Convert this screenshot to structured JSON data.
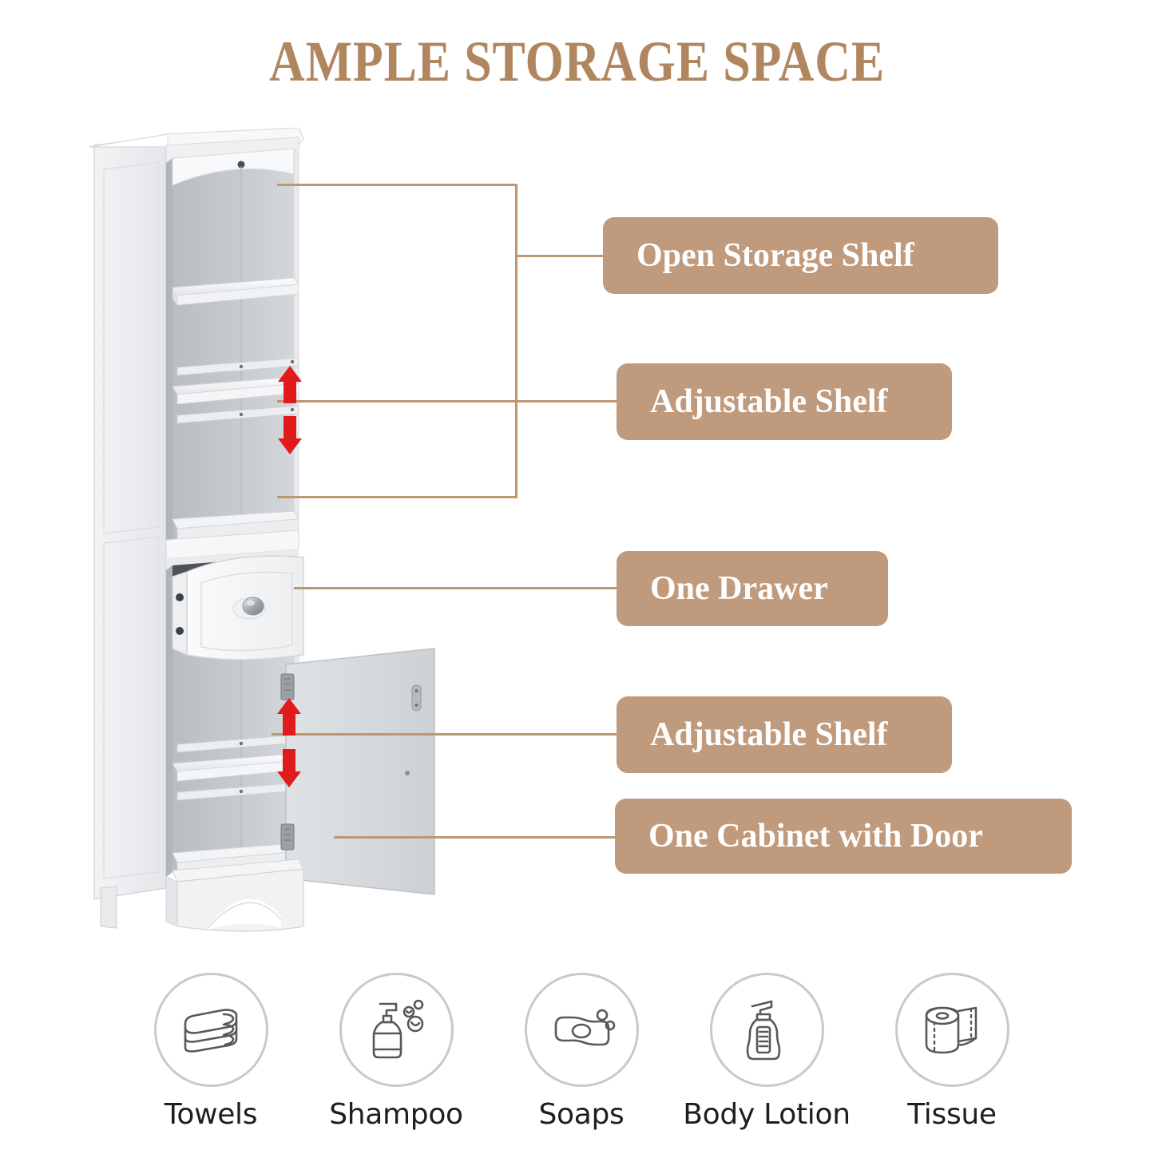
{
  "page": {
    "title": "AMPLE STORAGE SPACE",
    "background_color": "#ffffff",
    "accent_color": "#c09a7c",
    "title_color": "#b0865f",
    "connector_color": "#bd9770",
    "arrow_color": "#e11b1b"
  },
  "callouts": [
    {
      "id": "open-storage-shelf",
      "label": "Open Storage Shelf"
    },
    {
      "id": "adjustable-shelf-top",
      "label": "Adjustable Shelf"
    },
    {
      "id": "one-drawer",
      "label": "One Drawer"
    },
    {
      "id": "adjustable-shelf-bottom",
      "label": "Adjustable Shelf"
    },
    {
      "id": "one-cabinet-with-door",
      "label": "One Cabinet with Door"
    }
  ],
  "product": {
    "name": "tall-bathroom-storage-cabinet",
    "finish_color": "#f4f5f6",
    "interior_color": "#c3c7cb",
    "hardware_color": "#9aa0a6"
  },
  "features": [
    {
      "id": "towels",
      "label": "Towels",
      "icon": "folded-towels-icon"
    },
    {
      "id": "shampoo",
      "label": "Shampoo",
      "icon": "pump-bottle-bubbles-icon"
    },
    {
      "id": "soaps",
      "label": "Soaps",
      "icon": "soap-bar-icon"
    },
    {
      "id": "body-lotion",
      "label": "Body Lotion",
      "icon": "lotion-bottle-icon"
    },
    {
      "id": "tissue",
      "label": "Tissue",
      "icon": "toilet-paper-roll-icon"
    }
  ],
  "indicators": [
    {
      "id": "adjust-top",
      "up": "arrow-up-icon",
      "down": "arrow-down-icon"
    },
    {
      "id": "adjust-bottom",
      "up": "arrow-up-icon",
      "down": "arrow-down-icon"
    }
  ]
}
